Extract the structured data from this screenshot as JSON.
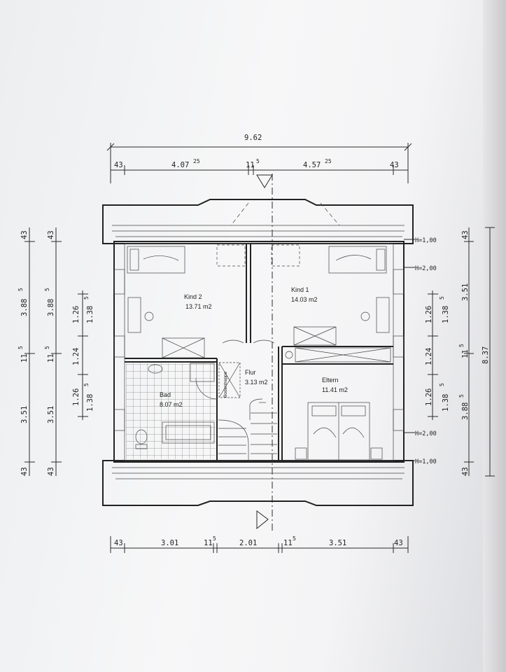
{
  "dimensions": {
    "top_overall": "9.62",
    "top_segments": [
      "43",
      "4.07",
      "25",
      "11",
      "5",
      "4.57",
      "25",
      "43"
    ],
    "bottom_segments": [
      "43",
      "3.01",
      "11",
      "5",
      "2.01",
      "11",
      "5",
      "3.51",
      "43"
    ],
    "left_outer": [
      "43",
      "3.88",
      "5",
      "11",
      "5",
      "3.51",
      "43"
    ],
    "left_inner": [
      "43",
      "3.88",
      "5",
      "11",
      "5",
      "3.51",
      "43"
    ],
    "left_window": [
      "1.26",
      "1.38",
      "5",
      "1.24",
      "1.26",
      "1.38",
      "5"
    ],
    "right_window": [
      "1.26",
      "1.38",
      "5",
      "1.24",
      "1.26",
      "1.38",
      "5"
    ],
    "right_inner": [
      "43",
      "3.51",
      "11",
      "5",
      "3.88",
      "5",
      "43"
    ],
    "right_outer": "8.37"
  },
  "heights": [
    "H=1,00",
    "H=2,00",
    "H=2,00",
    "H=1,00"
  ],
  "rooms": {
    "kind2": {
      "name": "Kind 2",
      "area": "13.71 m2"
    },
    "kind1": {
      "name": "Kind 1",
      "area": "14.03 m2"
    },
    "bad": {
      "name": "Bad",
      "area": "8.07 m2"
    },
    "flur": {
      "name": "Flur",
      "area": "3.13 m2"
    },
    "eltern": {
      "name": "Eltern",
      "area": "11.41 m2"
    }
  },
  "stair_label": "Bodentreppe"
}
